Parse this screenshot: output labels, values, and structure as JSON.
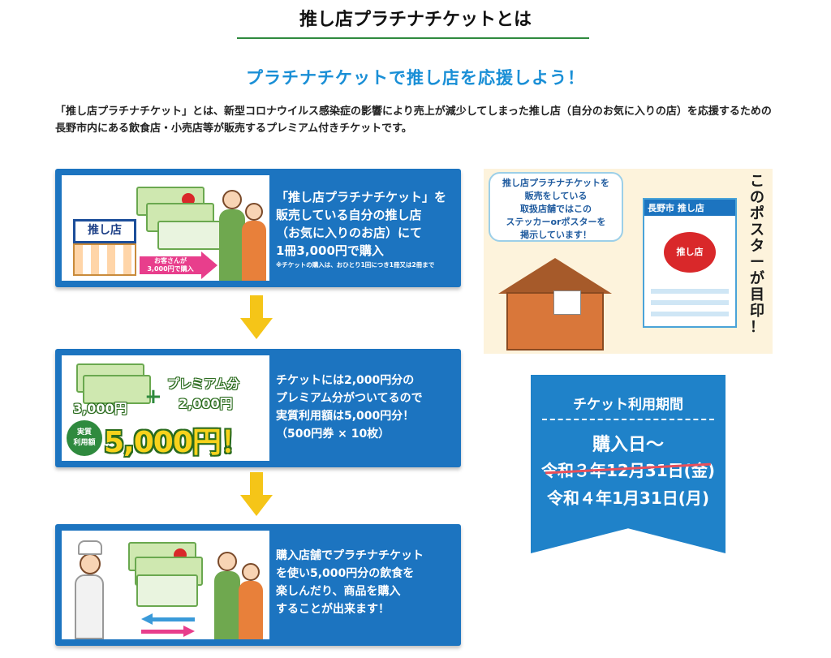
{
  "header": {
    "title": "推し店プラチナチケットとは",
    "subtitle": "プラチナチケットで推し店を応援しよう！",
    "intro": "「推し店プラチナチケット」とは、新型コロナウイルス感染症の影響により売上が減少してしまった推し店（自分のお気に入りの店）を応援するための長野市内にある飲食店・小売店等が販売するプレミアム付きチケットです。"
  },
  "step1": {
    "shop_sign": "推し店",
    "tag_line1": "お客さんが",
    "tag_line2": "3,000円で購入",
    "text_line1": "「推し店プラチナチケット」を",
    "text_line2": "販売している自分の推し店",
    "text_line3": "（お気に入りのお店）にて",
    "text_line4": "1冊3,000円で購入",
    "note": "※チケットの購入は、おひとり1回につき1冊又は2冊まで"
  },
  "step2": {
    "premium_label": "プレミアム分",
    "premium_amount": "2,000円",
    "base_amount": "3,000円",
    "badge_line1": "実質",
    "badge_line2": "利用額",
    "total": "5,000円！",
    "text_line1": "チケットには2,000円分の",
    "text_line2": "プレミアム分がついてるので",
    "text_line3": "実質利用額は5,000円分！",
    "text_line4": "（500円券 × 10枚）"
  },
  "step3": {
    "text_line1": "購入店舗でプラチナチケット",
    "text_line2": "を使い5,000円分の飲食を",
    "text_line3": "楽しんだり、商品を購入",
    "text_line4": "することが出来ます！"
  },
  "poster": {
    "bubble_line1": "推し店プラチナチケットを",
    "bubble_line2": "販売をしている",
    "bubble_line3": "取扱店舗ではこの",
    "bubble_line4": "ステッカーorポスターを",
    "bubble_line5": "掲示しています！",
    "mini_head": "長野市 推し店",
    "mini_seal": "推し店",
    "vertical_chars": [
      "こ",
      "の",
      "ポ",
      "ス",
      "タ",
      "ー",
      "が",
      "目",
      "印",
      "！"
    ]
  },
  "period": {
    "title": "チケット利用期間",
    "start": "購入日〜",
    "old_end": "令和３年12月31日(金)",
    "new_end": "令和４年1月31日(月)"
  },
  "colors": {
    "step_blue": "#1c74c0",
    "accent_green": "#2f8a3e",
    "subtitle_blue": "#1a8fd6",
    "arrow_yellow": "#f5c518",
    "pink": "#e83e8c"
  }
}
